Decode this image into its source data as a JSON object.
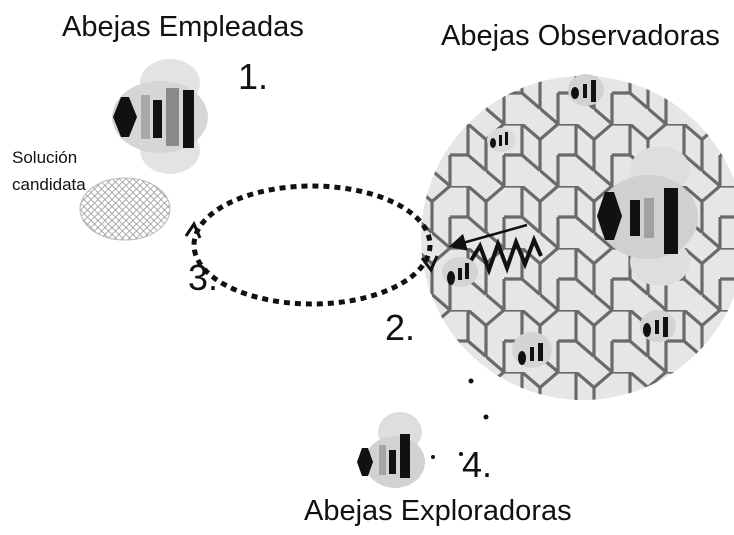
{
  "labels": {
    "employed": "Abejas Empleadas",
    "onlookers": "Abejas Observadoras",
    "scouts": "Abejas Exploradoras",
    "candidate_line1": "Solución",
    "candidate_line2": "candidata"
  },
  "steps": {
    "s1": "1.",
    "s2": "2.",
    "s3": "3.",
    "s4": "4."
  }
}
